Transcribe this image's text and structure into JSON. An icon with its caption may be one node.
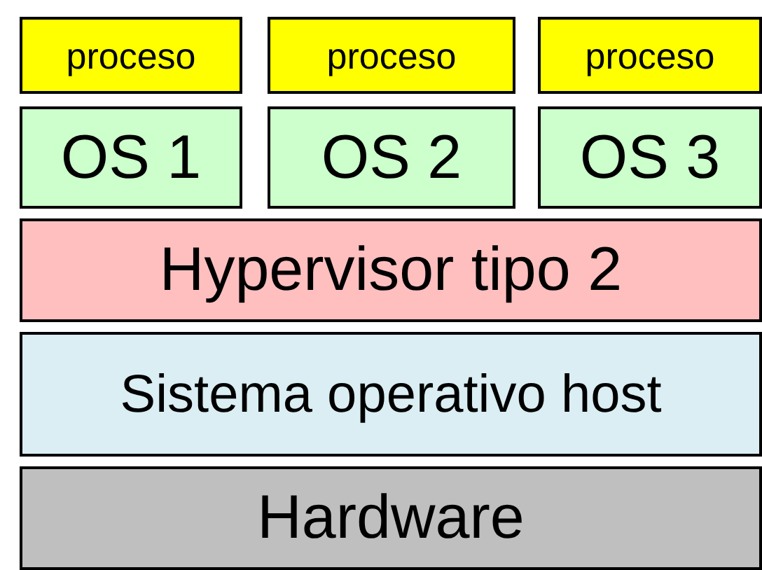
{
  "diagram": {
    "nodes": [
      {
        "text": [
          "proceso"
        ]
      },
      {
        "text": [
          "proceso"
        ]
      },
      {
        "text": [
          "proceso"
        ]
      },
      {
        "text": [
          "OS 1"
        ]
      },
      {
        "text": [
          "OS 2"
        ]
      },
      {
        "text": [
          "OS 3"
        ]
      },
      {
        "text": [
          "Hypervisor tipo 2"
        ]
      },
      {
        "text": [
          "Sistema operativo host"
        ]
      },
      {
        "text": [
          "Hardware"
        ]
      }
    ]
  }
}
